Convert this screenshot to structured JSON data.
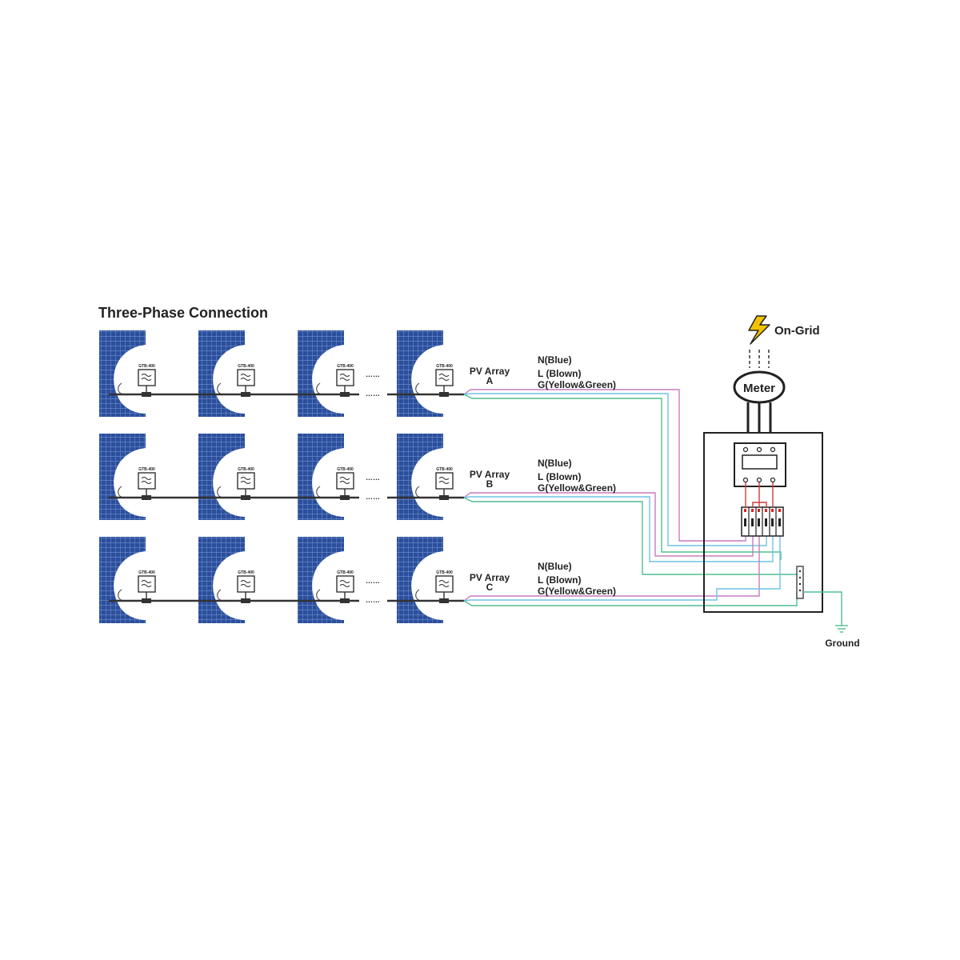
{
  "title": "Three-Phase Connection",
  "inverter_model": "GTB-400",
  "ellipsis": "……",
  "colors": {
    "panel": "#2b4f9c",
    "panel_grid": "#6e8fd0",
    "cable": "#333333",
    "neutral": "#6fc3e6",
    "live": "#c77cc0",
    "ground": "#4fbf8f",
    "lightning": "#f2c200"
  },
  "arrays": [
    {
      "label_line1": "PV Array",
      "label_line2": "A",
      "neutral_label": "N(Blue)",
      "live_label": "L (Blown)",
      "ground_label": "G(Yellow&Green)"
    },
    {
      "label_line1": "PV Array",
      "label_line2": "B",
      "neutral_label": "N(Blue)",
      "live_label": "L (Blown)",
      "ground_label": "G(Yellow&Green)"
    },
    {
      "label_line1": "PV Array",
      "label_line2": "C",
      "neutral_label": "N(Blue)",
      "live_label": "L (Blown)",
      "ground_label": "G(Yellow&Green)"
    }
  ],
  "grid_label": "On-Grid",
  "meter_label": "Meter",
  "ground_label": "Ground"
}
